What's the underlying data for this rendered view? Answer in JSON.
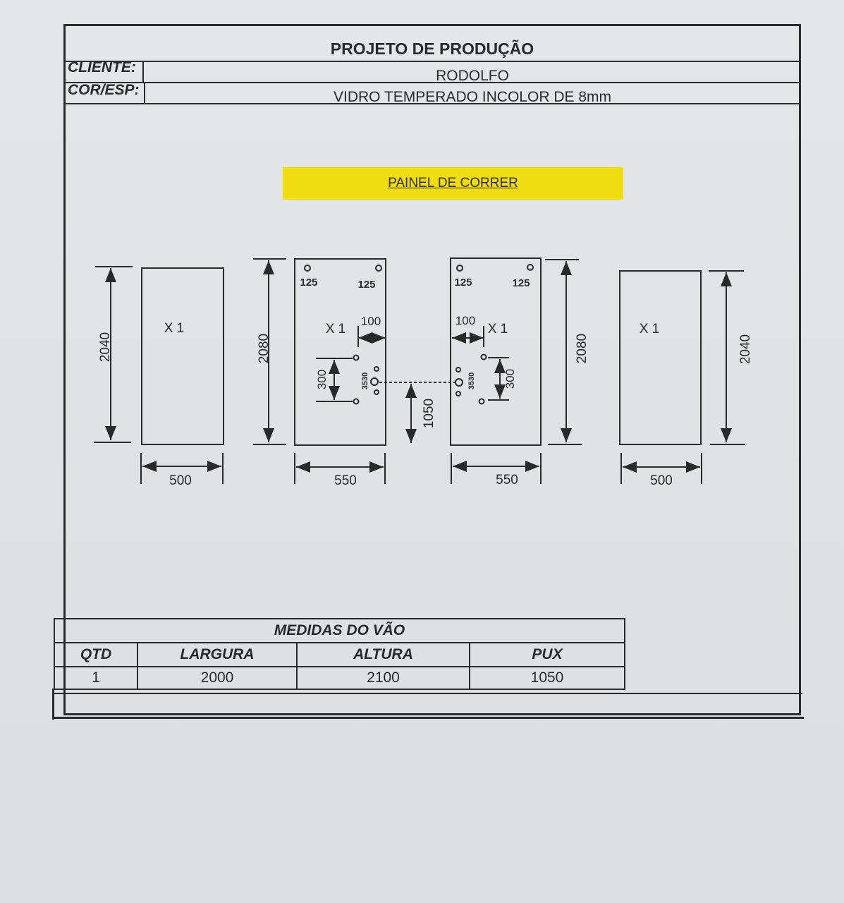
{
  "header": {
    "title": "PROJETO DE PRODUÇÃO",
    "client_label": "CLIENTE:",
    "client_value": "RODOLFO",
    "color_label": "COR/ESP:",
    "color_value": "VIDRO TEMPERADO INCOLOR DE 8mm"
  },
  "banner": {
    "label": "PAINEL DE CORRER",
    "color": "#f0dc10"
  },
  "panels": [
    {
      "qty": "X 1",
      "height": "2040",
      "width": "500"
    },
    {
      "qty": "X 1",
      "height": "2080",
      "width": "550",
      "hole_top_left": "125",
      "hole_top_right": "125",
      "edge_offset": "100",
      "hole_spacing": "300",
      "hole_offset": "3530"
    },
    {
      "qty": "X 1",
      "height": "2080",
      "width": "550",
      "hole_top_left": "125",
      "hole_top_right": "125",
      "edge_offset": "100",
      "hole_spacing": "300",
      "hole_offset": "3530"
    },
    {
      "qty": "X 1",
      "height": "2040",
      "width": "500"
    }
  ],
  "handle_height": "1050",
  "table": {
    "title": "MEDIDAS DO VÃO",
    "headers": [
      "QTD",
      "LARGURA",
      "ALTURA",
      "PUX"
    ],
    "row": [
      "1",
      "2000",
      "2100",
      "1050"
    ]
  }
}
